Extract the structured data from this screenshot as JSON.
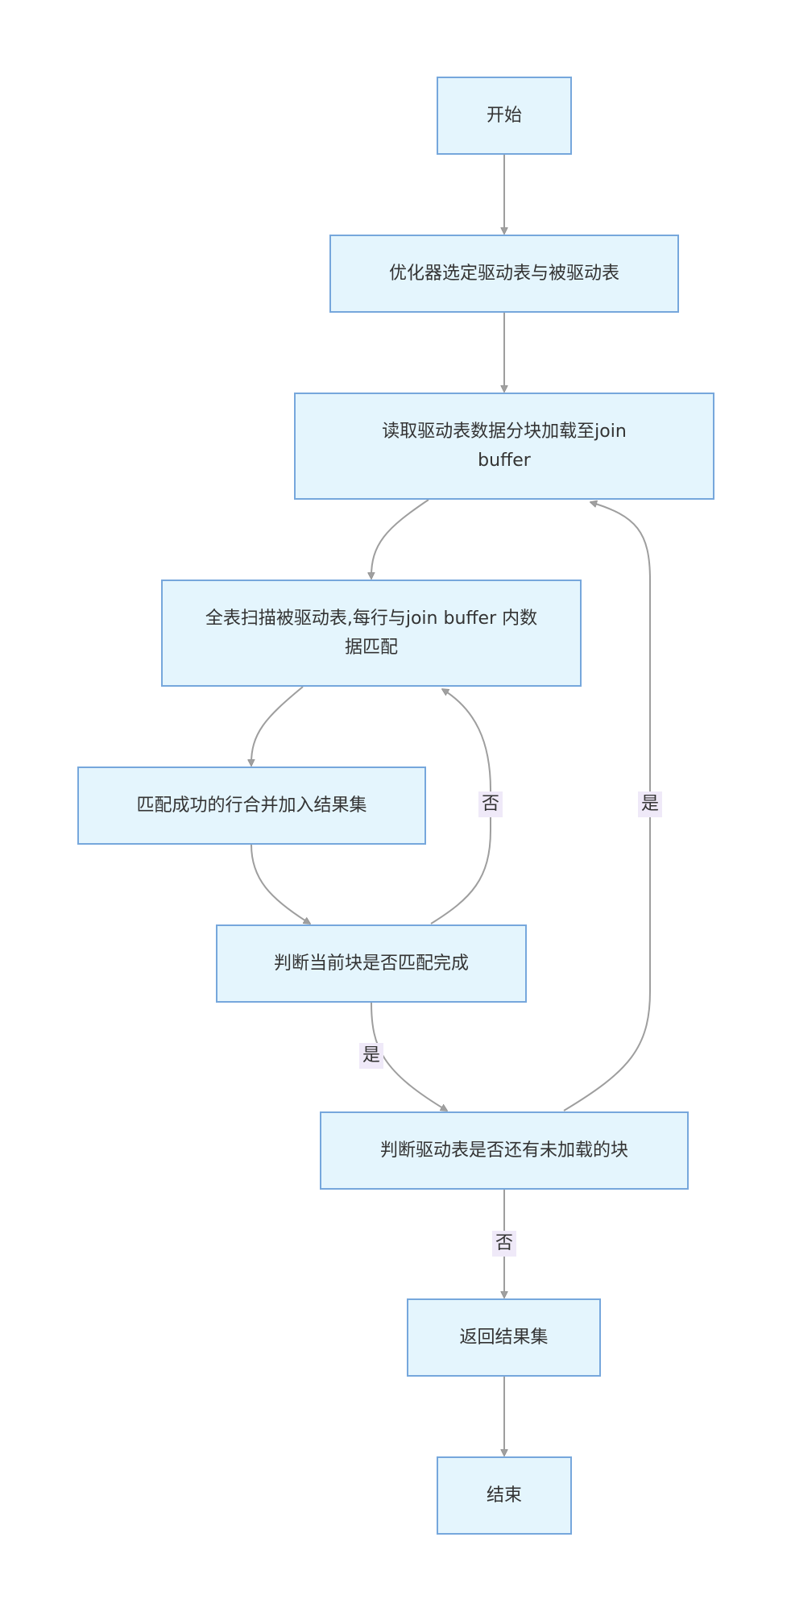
{
  "nodes": {
    "start": "开始",
    "optimizer": "优化器选定驱动表与被驱动表",
    "read_driver": "读取驱动表数据分块加载至join buffer",
    "scan_driven": "全表扫描被驱动表,每行与join buffer 内数据匹配",
    "merge_rows": "匹配成功的行合并加入结果集",
    "block_done": "判断当前块是否匹配完成",
    "more_blocks": "判断驱动表是否还有未加载的块",
    "return_result": "返回结果集",
    "end": "结束"
  },
  "edge_labels": {
    "block_not_done": "否",
    "block_done_yes": "是",
    "more_blocks_yes": "是",
    "more_blocks_no": "否"
  },
  "colors": {
    "node_fill": "#e4f5fd",
    "node_border": "#76a7dc",
    "edge": "#9e9e9e",
    "arrowhead": "#a0a0a0",
    "label_bg": "#efe9f8",
    "text": "#333333"
  }
}
